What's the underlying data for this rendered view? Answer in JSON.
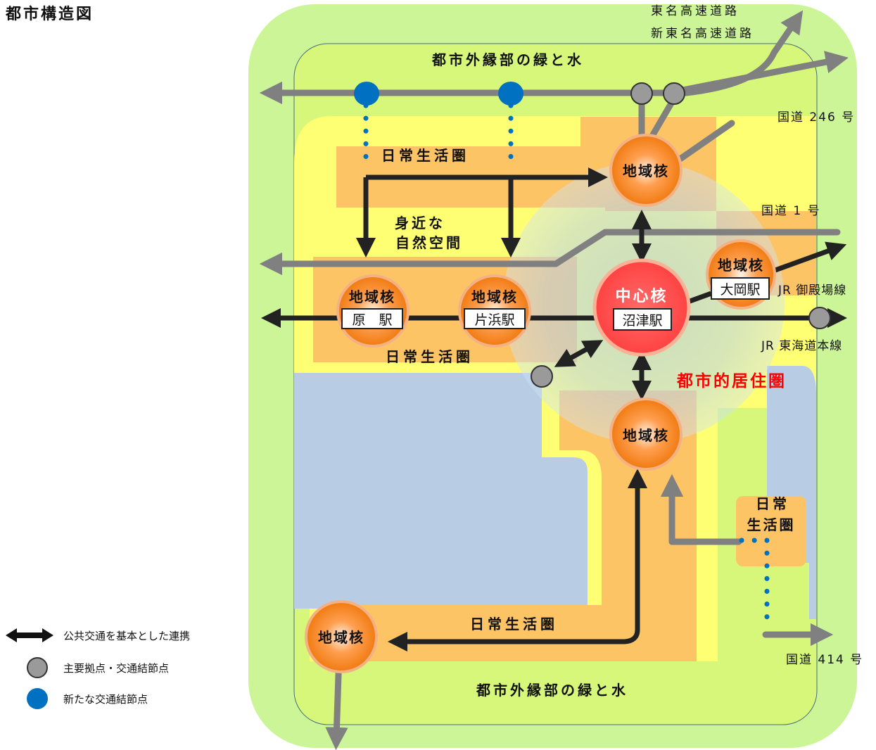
{
  "title": "都市構造図",
  "labels": {
    "outer_top": "都市外縁部の緑と水",
    "outer_bottom": "都市外縁部の緑と水",
    "daily_1": "日常生活圏",
    "daily_2": "日常生活圏",
    "daily_3": "日常生活圏",
    "daily_4a": "日常",
    "daily_4b": "生活圏",
    "nature_1": "身近な",
    "nature_2": "自然空間",
    "urban_residential": "都市的居住圏",
    "road_tomei_1": "東名高速道路",
    "road_tomei_2": "新東名高速道路",
    "road_246": "国道 246 号",
    "road_1": "国道 1 号",
    "road_414": "国道 414 号",
    "rail_gotemba": "JR 御殿場線",
    "rail_tokaido": "JR 東海道本線"
  },
  "nodes": {
    "center": {
      "label": "中心核",
      "station": "沼津駅"
    },
    "north": {
      "label": "地域核"
    },
    "ooka": {
      "label": "地域核",
      "station": "大岡駅"
    },
    "hara": {
      "label": "地域核",
      "station": "原　駅"
    },
    "katahama": {
      "label": "地域核",
      "station": "片浜駅"
    },
    "south": {
      "label": "地域核"
    },
    "southwest": {
      "label": "地域核"
    }
  },
  "legend": [
    {
      "icon": "double-arrow-icon",
      "text": "公共交通を基本とした連携"
    },
    {
      "icon": "gray-circle-icon",
      "text": "主要拠点・交通結節点"
    },
    {
      "icon": "blue-circle-icon",
      "text": "新たな交通結節点"
    }
  ],
  "colors": {
    "outer_green": "#ccf598",
    "inner_green": "#d6f77a",
    "yellow": "#ffff73",
    "orange_zone": "#fdc466",
    "blue_area": "#b8cde4",
    "node_orange": "#ff8a1c",
    "node_red": "#ff4d4d",
    "gray": "#808080",
    "arrow_dark": "#222222",
    "blue_node": "#0070c0",
    "red_text": "#ff0000"
  }
}
